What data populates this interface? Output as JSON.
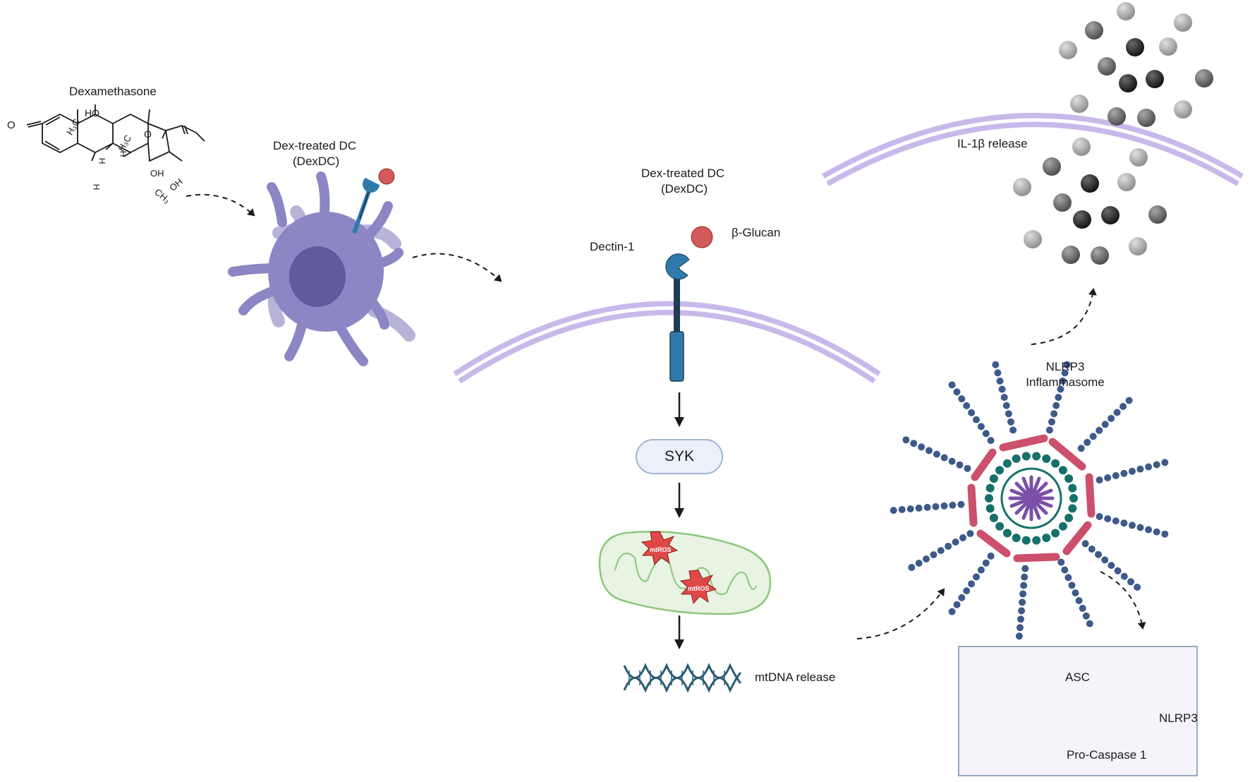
{
  "labels": {
    "dexamethasone": "Dexamethasone",
    "dexdc_cell_line1": "Dex-treated DC",
    "dexdc_cell_line2": "(DexDC)",
    "dexdc_receptor_line1": "Dex-treated DC",
    "dexdc_receptor_line2": "(DexDC)",
    "dectin1": "Dectin-1",
    "beta_glucan": "β-Glucan",
    "syk": "SYK",
    "mtros": "mtROS",
    "mtdna_release": "mtDNA release",
    "il1b_release": "IL-1β release",
    "nlrp3_line1": "NLRP3",
    "nlrp3_line2": "Inflammasome"
  },
  "molecule_labels": {
    "h3c_1": "H₃C",
    "h3c_2": "H₃C",
    "ho": "HO",
    "oh_1": "OH",
    "oh_2": "OH",
    "o_ketone": "O",
    "o_ring": "O",
    "ch3": "CH₃",
    "h_1": "H",
    "h_2": "H",
    "h_3": "H"
  },
  "legend": {
    "items": [
      {
        "label": "ASC"
      },
      {
        "label": "NLRP3"
      },
      {
        "label": "Pro-Caspase 1"
      }
    ]
  },
  "colors": {
    "cell_body": "#8d86c4",
    "cell_nucleus": "#615a9c",
    "membrane": "#c9b8ea",
    "receptor_blue": "#2e7bab",
    "receptor_dark": "#1f3d54",
    "glucan_red": "#d45a5a",
    "mito_fill": "#e8f3e3",
    "mito_stroke": "#8cc77a",
    "nlrp3_pink": "#cc4f6b",
    "asc_teal": "#17706b",
    "bead_navy": "#3d5a8a",
    "caspase_purple": "#7b4fa8"
  },
  "icons": [
    "dexamethasone-structure",
    "dendritic-cell",
    "dectin1-receptor",
    "syk-node",
    "mitochondrion",
    "dna-helix",
    "inflammasome",
    "il1b-particles",
    "dashed-arrow",
    "solid-arrow"
  ]
}
